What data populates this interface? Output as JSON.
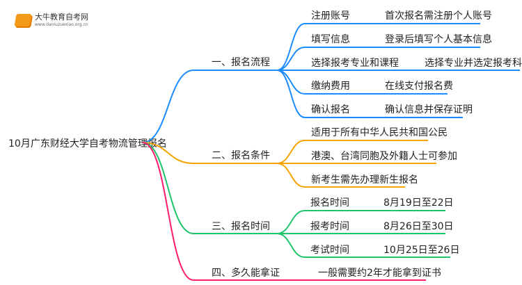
{
  "logo": {
    "title": "大牛教育自考网",
    "url": "www.daniuzuexiao.org.cn"
  },
  "root": {
    "label": "10月广东财经大学自考物流管理报名"
  },
  "branches": [
    {
      "label": "一、报名流程",
      "color": "#1a8cff",
      "children": [
        {
          "label": "注册账号",
          "value": "首次报名需注册个人账号"
        },
        {
          "label": "填写信息",
          "value": "登录后填写个人基本信息"
        },
        {
          "label": "选择报考专业和课程",
          "value": "选择专业并选定报考科目"
        },
        {
          "label": "缴纳费用",
          "value": "在线支付报名费"
        },
        {
          "label": "确认报名",
          "value": "确认信息并保存证明"
        }
      ]
    },
    {
      "label": "二、报名条件",
      "color": "#f5a300",
      "children": [
        {
          "label": "适用于所有中华人民共和国公民"
        },
        {
          "label": "港澳、台湾同胞及外籍人士可参加"
        },
        {
          "label": "新考生需先办理新生报名"
        }
      ]
    },
    {
      "label": "三、报名时间",
      "color": "#1ec46a",
      "children": [
        {
          "label": "报名时间",
          "value": "8月19日至22日"
        },
        {
          "label": "报考时间",
          "value": "8月26日至30日"
        },
        {
          "label": "考试时间",
          "value": "10月25日至26日"
        }
      ]
    },
    {
      "label": "四、多久能拿证",
      "color": "#ff1a6e",
      "children": [
        {
          "label": "一般需要约2年才能拿到证书"
        }
      ]
    }
  ]
}
